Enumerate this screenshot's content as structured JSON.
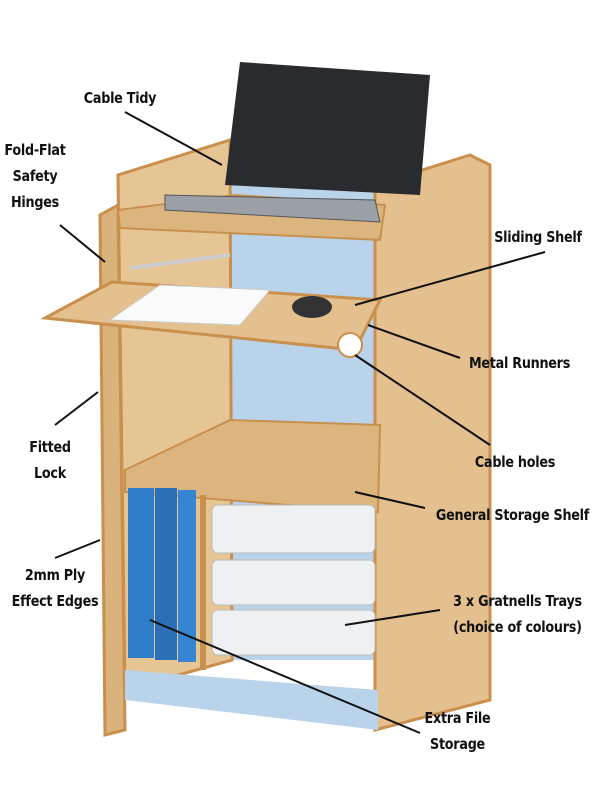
{
  "labels": {
    "cable_tidy": "Cable Tidy",
    "hinges_line1": "Fold-Flat",
    "hinges_line2": "Safety",
    "hinges_line3": "Hinges",
    "sliding_shelf": "Sliding Shelf",
    "metal_runners": "Metal Runners",
    "fitted_lock_line1": "Fitted",
    "fitted_lock_line2": "Lock",
    "cable_holes": "Cable holes",
    "general_storage_shelf": "General Storage Shelf",
    "edges_line1": "2mm Ply",
    "edges_line2": "Effect Edges",
    "trays_line1": "3 x Gratnells Trays",
    "trays_line2": "(choice of colours)",
    "file_storage_line1": "Extra File",
    "file_storage_line2": "Storage"
  },
  "colors": {
    "wood": "#e3c08e",
    "edge": "#c98f4c",
    "back_panel": "#b9d3ea",
    "file_blue": "#2f7cc8",
    "tray": "#eef0f2",
    "laptop": "#2a2b2e"
  }
}
